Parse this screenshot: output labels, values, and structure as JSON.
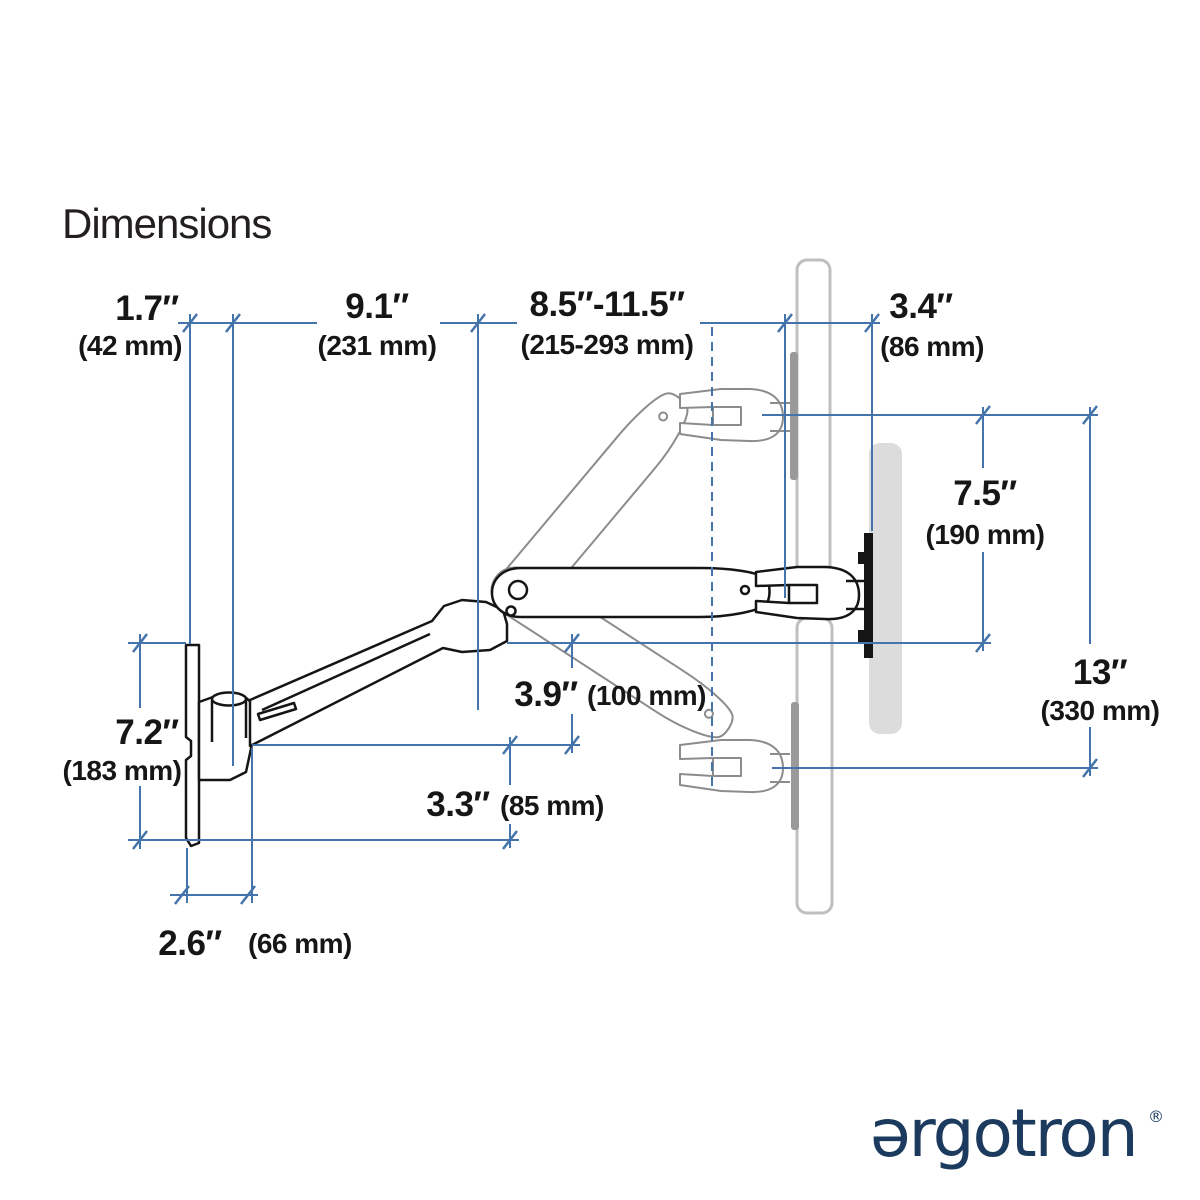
{
  "title": "Dimensions",
  "dims": {
    "wall_offset": {
      "in": "1.7″",
      "mm": "(42 mm)"
    },
    "arm_span": {
      "in": "9.1″",
      "mm": "(231 mm)"
    },
    "extension": {
      "in": "8.5″-11.5″",
      "mm": "(215-293 mm)"
    },
    "monitor_offset": {
      "in": "3.4″",
      "mm": "(86 mm)"
    },
    "rise": {
      "in": "7.5″",
      "mm": "(190 mm)"
    },
    "range": {
      "in": "13″",
      "mm": "(330 mm)"
    },
    "plate_height": {
      "in": "7.2″",
      "mm": "(183 mm)"
    },
    "drop_upper": {
      "in": "3.9″",
      "mm": "(100 mm)"
    },
    "drop_lower": {
      "in": "3.3″",
      "mm": "(85 mm)"
    },
    "plate_depth": {
      "in": "2.6″",
      "mm": "(66 mm)"
    }
  },
  "logo": {
    "text": "ǝrgotron",
    "registered": "®"
  },
  "colors": {
    "dimension_line": "#4474ab",
    "outline": "#151515",
    "ghost": "#8c8c8c",
    "monitor_outline": "#bfbfbf",
    "monitor_fill": "#dcdcdc",
    "logo": "#1b3a5e",
    "text": "#161616"
  }
}
